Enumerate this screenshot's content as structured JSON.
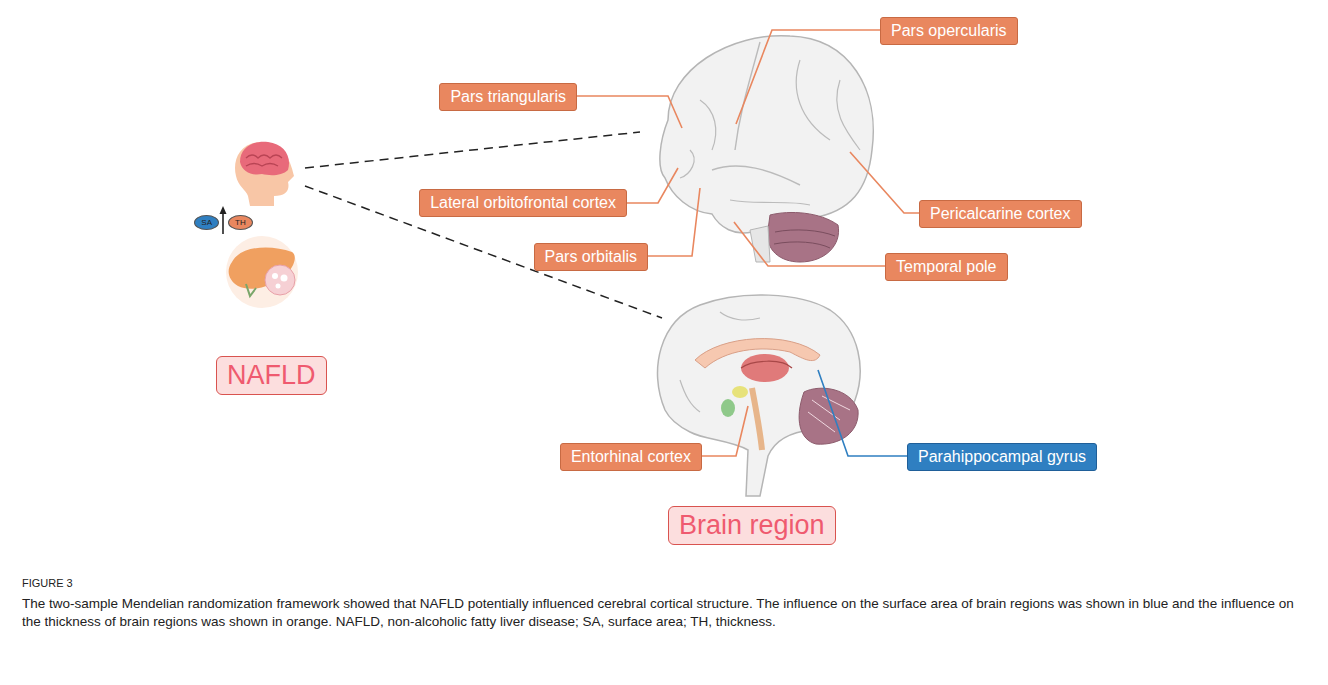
{
  "diagram": {
    "title": "FIGURE 3",
    "caption": "The two-sample Mendelian randomization framework showed that NAFLD potentially influenced cerebral cortical structure. The influence on the surface area of brain regions was shown in blue and the influence on the thickness of brain regions was shown in orange. NAFLD, non-alcoholic fatty liver disease; SA, surface area; TH, thickness.",
    "nodes": [
      {
        "text": [
          "Pars opercularis"
        ]
      },
      {
        "text": [
          "Pars triangularis"
        ]
      },
      {
        "text": [
          "Lateral orbitofrontal cortex"
        ]
      },
      {
        "text": [
          "Pericalcarine cortex"
        ]
      },
      {
        "text": [
          "SA"
        ]
      },
      {
        "text": [
          "TH"
        ]
      },
      {
        "text": [
          "Pars orbitalis"
        ]
      },
      {
        "text": [
          "Temporal pole"
        ]
      },
      {
        "text": [
          "NAFLD"
        ]
      },
      {
        "text": [
          "Entorhinal cortex"
        ]
      },
      {
        "text": [
          "Parahippocampal gyrus"
        ]
      },
      {
        "text": [
          "Brain region"
        ]
      }
    ]
  }
}
